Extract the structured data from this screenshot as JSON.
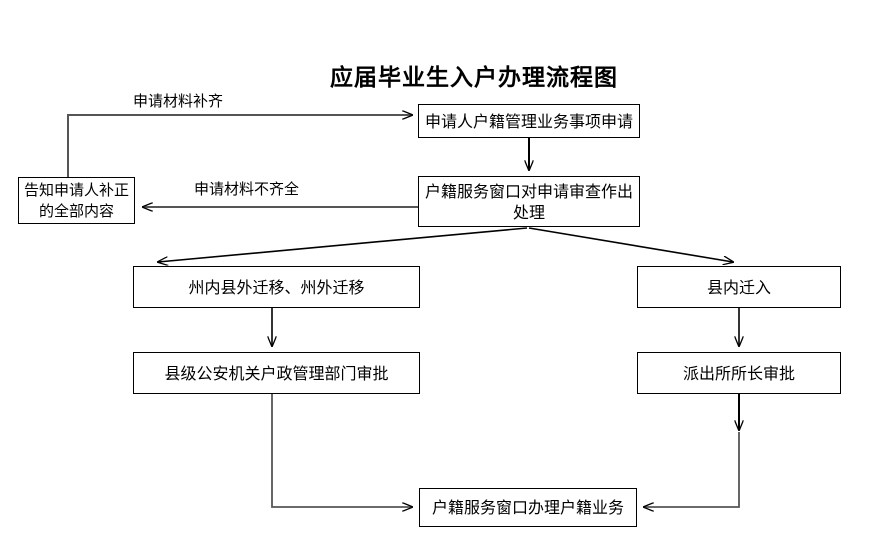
{
  "title": "应届毕业生入户办理流程图",
  "diagram": {
    "type": "flowchart",
    "nodes": [
      {
        "id": "apply",
        "label": "申请人户籍管理业务事项申请"
      },
      {
        "id": "review",
        "label": "户籍服务窗口对申请审查作出处理"
      },
      {
        "id": "notify",
        "label": "告知申请人补正的全部内容"
      },
      {
        "id": "out_county",
        "label": "州内县外迁移、州外迁移"
      },
      {
        "id": "in_county",
        "label": "县内迁入"
      },
      {
        "id": "county_appr",
        "label": "县级公安机关户政管理部门审批"
      },
      {
        "id": "station_appr",
        "label": "派出所所长审批"
      },
      {
        "id": "handle",
        "label": "户籍服务窗口办理户籍业务"
      }
    ],
    "edge_labels": {
      "complete": "申请材料补齐",
      "incomplete": "申请材料不齐全"
    },
    "edges": [
      {
        "from": "apply",
        "to": "review",
        "label": ""
      },
      {
        "from": "review",
        "to": "notify",
        "label": "申请材料不齐全"
      },
      {
        "from": "notify",
        "to": "apply",
        "label": "申请材料补齐"
      },
      {
        "from": "review",
        "to": "out_county",
        "label": ""
      },
      {
        "from": "review",
        "to": "in_county",
        "label": ""
      },
      {
        "from": "out_county",
        "to": "county_appr",
        "label": ""
      },
      {
        "from": "in_county",
        "to": "station_appr",
        "label": ""
      },
      {
        "from": "county_appr",
        "to": "handle",
        "label": ""
      },
      {
        "from": "station_appr",
        "to": "handle",
        "label": ""
      }
    ]
  },
  "colors": {
    "background": "#ffffff",
    "stroke": "#000000",
    "text": "#000000"
  }
}
